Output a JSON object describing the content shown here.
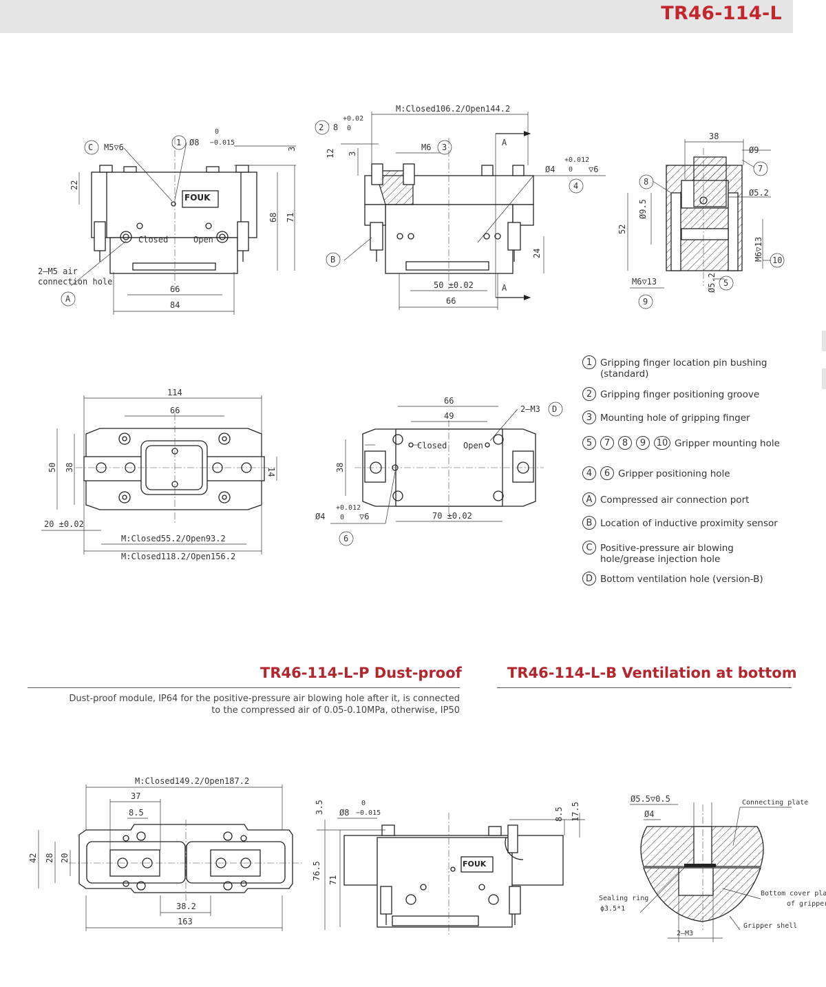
{
  "header": {
    "model": "TR46-114-L"
  },
  "legend": [
    {
      "marks": [
        "1"
      ],
      "text": "Gripping finger location pin bushing (standard)"
    },
    {
      "marks": [
        "2"
      ],
      "text": "Gripping finger positioning groove"
    },
    {
      "marks": [
        "3"
      ],
      "text": "Mounting hole of gripping finger"
    },
    {
      "marks": [
        "5",
        "7",
        "8",
        "9",
        "10"
      ],
      "text": "Gripper mounting hole"
    },
    {
      "marks": [
        "4",
        "6"
      ],
      "text": "Gripper positioning hole"
    },
    {
      "marks": [
        "A"
      ],
      "text": "Compressed air connection port"
    },
    {
      "marks": [
        "B"
      ],
      "text": "Location of inductive proximity sensor"
    },
    {
      "marks": [
        "C"
      ],
      "text": "Positive-pressure air blowing hole/grease injection hole"
    },
    {
      "marks": [
        "D"
      ],
      "text": "Bottom ventilation hole (version-B)"
    }
  ],
  "sections": {
    "dustproof": {
      "title": "TR46-114-L-P Dust-proof",
      "description": "Dust-proof module, IP64 for the positive-pressure air blowing hole after it, is connected to the compressed air of 0.05-0.10MPa, otherwise, IP50"
    },
    "ventilation": {
      "title": "TR46-114-L-B Ventilation at bottom"
    }
  },
  "drawing_labels": {
    "front": {
      "c_label": "C",
      "c_thread": "M5▽6",
      "p1": "1",
      "pin": "Ø8",
      "pin_tol_up": "0",
      "pin_tol_dn": "−0.015",
      "d3": "3",
      "d22": "22",
      "d68": "68",
      "d71": "71",
      "d66": "66",
      "d84": "84",
      "closed": "Closed",
      "open": "Open",
      "air1": "2—M5 air",
      "air2": "connection hole",
      "a": "A",
      "logo": "FOUK"
    },
    "side": {
      "top": "M:Closed106.2/Open144.2",
      "p2": "2",
      "groove": "8",
      "groove_up": "+0.02",
      "groove_dn": "0",
      "d12": "12",
      "d3": "3",
      "m6": "M6",
      "p3": "3",
      "a": "A",
      "ph4": "Ø4",
      "ph4_up": "+0.012",
      "ph4_dn": "0",
      "ph4_depth": "▽6",
      "p4": "4",
      "b": "B",
      "d24": "24",
      "d50": "50 ±0.02",
      "d66": "66"
    },
    "section": {
      "d38": "38",
      "d9": "Ø9",
      "p7": "7",
      "p8": "8",
      "d52_hole": "Ø5.2",
      "d95": "Ø9.5",
      "d52": "52",
      "m6_13": "M6▽13",
      "p10": "10",
      "m6b": "M6▽13",
      "p5": "5",
      "d52b": "Ø5.2",
      "p9": "9"
    },
    "top": {
      "d114": "114",
      "d66": "66",
      "d50": "50",
      "d38": "38",
      "d14": "14",
      "d20": "20 ±0.02",
      "m1": "M:Closed55.2/Open93.2",
      "m2": "M:Closed118.2/Open156.2"
    },
    "bottom": {
      "d66": "66",
      "d49": "49",
      "m3": "2—M3",
      "pd": "D",
      "closed": "Closed",
      "open": "Open",
      "d38": "38",
      "ph4": "Ø4",
      "ph4_up": "+0.012",
      "ph4_dn": "0",
      "ph4_depth": "▽6",
      "p6": "6",
      "d70": "70 ±0.02"
    },
    "p_top": {
      "m": "M:Closed149.2/Open187.2",
      "d37": "37",
      "d85": "8.5",
      "d42": "42",
      "d28": "28",
      "d20": "20",
      "d382": "38.2",
      "d163": "163"
    },
    "p_front": {
      "d35": "3.5",
      "pin": "Ø8",
      "pin_up": "0",
      "pin_dn": "−0.015",
      "d85": "8.5",
      "d175": "17.5",
      "d765": "76.5",
      "d71": "71",
      "logo": "FOUK"
    },
    "b_section": {
      "d55": "Ø5.5▽0.5",
      "d4": "Ø4",
      "plate": "Connecting plate",
      "seal1": "Sealing ring",
      "seal2": "ϕ3.5*1",
      "cover1": "Bottom cover plate",
      "cover2": "of gripper",
      "shell": "Gripper shell",
      "m3": "2—M3"
    }
  }
}
